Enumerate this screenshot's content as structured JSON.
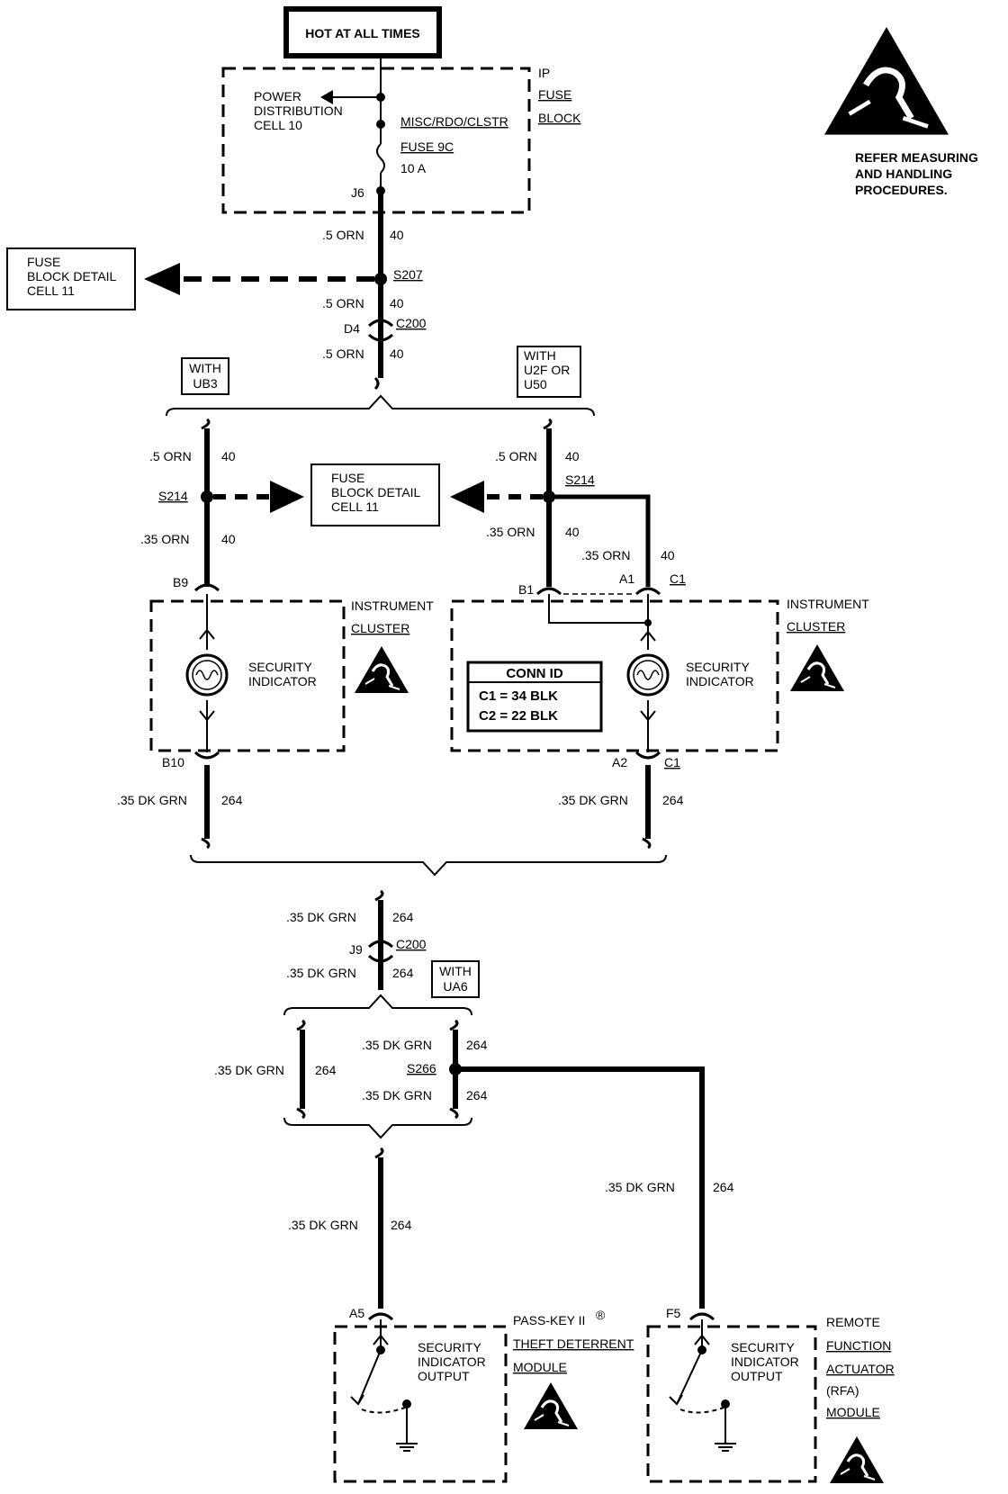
{
  "header": {
    "hot_at_all_times": "HOT AT ALL TIMES",
    "esd_note": [
      "REFER MEASURING",
      "AND HANDLING",
      "PROCEDURES."
    ]
  },
  "ip_fuse_block": {
    "name": [
      "IP",
      "FUSE",
      "BLOCK"
    ],
    "power_distribution": [
      "POWER",
      "DISTRIBUTION",
      "CELL 10"
    ],
    "fuse_circuit": "MISC/RDO/CLSTR",
    "fuse_name": "FUSE 9C",
    "fuse_rating": "10 A",
    "terminal": "J6"
  },
  "fuse_block_detail": [
    "FUSE",
    "BLOCK DETAIL",
    "CELL 11"
  ],
  "splices": {
    "s207": "S207",
    "s214": "S214",
    "s266": "S266"
  },
  "connectors": {
    "c200": "C200",
    "d4": "D4",
    "j9": "J9",
    "c1": "C1",
    "a1": "A1",
    "a2": "A2",
    "b1": "B1",
    "b9": "B9",
    "b10": "B10",
    "a5": "A5",
    "f5": "F5"
  },
  "wires": {
    "orn_05": ".5 ORN",
    "orn_035": ".35 ORN",
    "circuit_40": "40",
    "dkgrn_035": ".35 DK GRN",
    "circuit_264": "264"
  },
  "options": {
    "with_ub3": [
      "WITH",
      "UB3"
    ],
    "with_u2f": [
      "WITH",
      "U2F OR",
      "U50"
    ],
    "with_ua6": [
      "WITH",
      "UA6"
    ]
  },
  "instrument_cluster": [
    "INSTRUMENT",
    "CLUSTER"
  ],
  "security_indicator": [
    "SECURITY",
    "INDICATOR"
  ],
  "conn_id": {
    "title": "CONN ID",
    "c1": "C1  =  34 BLK",
    "c2": "C2  =  22 BLK"
  },
  "security_output": [
    "SECURITY",
    "INDICATOR",
    "OUTPUT"
  ],
  "passkey_module": [
    "PASS-KEY II",
    "THEFT DETERRENT",
    "MODULE"
  ],
  "passkey_mark": "®",
  "rfa_module": [
    "REMOTE",
    "FUNCTION",
    "ACTUATOR",
    "(RFA)",
    "MODULE"
  ]
}
